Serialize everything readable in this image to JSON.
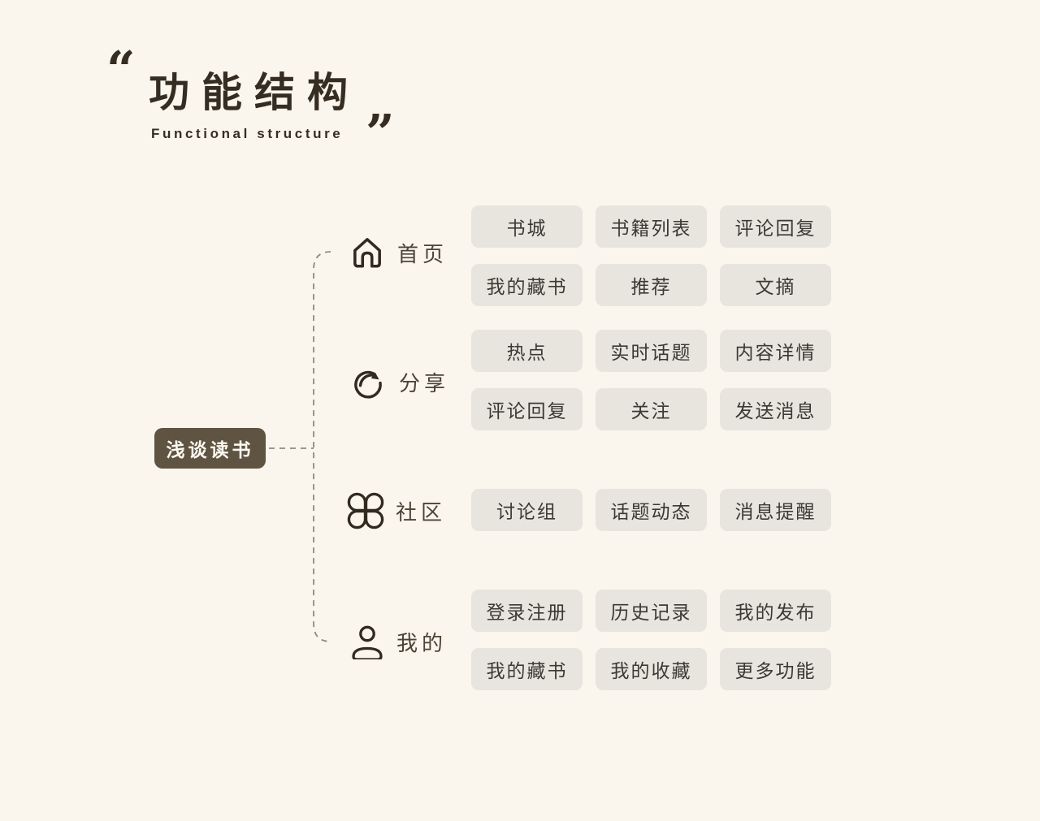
{
  "title": {
    "open_quote": "“",
    "text": "功能结构",
    "subtitle": "Functional structure",
    "close_quote": "”"
  },
  "root": {
    "label": "浅谈读书"
  },
  "branches": [
    {
      "id": "home",
      "label": "首页",
      "icon": "home-icon",
      "items": [
        "书城",
        "书籍列表",
        "评论回复",
        "我的藏书",
        "推荐",
        "文摘"
      ]
    },
    {
      "id": "share",
      "label": "分享",
      "icon": "share-icon",
      "items": [
        "热点",
        "实时话题",
        "内容详情",
        "评论回复",
        "关注",
        "发送消息"
      ]
    },
    {
      "id": "community",
      "label": "社区",
      "icon": "clover-icon",
      "items": [
        "讨论组",
        "话题动态",
        "消息提醒"
      ]
    },
    {
      "id": "mine",
      "label": "我的",
      "icon": "user-icon",
      "items": [
        "登录注册",
        "历史记录",
        "我的发布",
        "我的藏书",
        "我的收藏",
        "更多功能"
      ]
    }
  ],
  "colors": {
    "background": "#faf6ee",
    "root_node_bg": "#5f5342",
    "root_node_text": "#fbf8f0",
    "node_box_bg": "#e8e4de",
    "node_box_text": "#3c3833",
    "icon_stroke": "#322a1f",
    "branch_label": "#4c4336",
    "connector": "#8f8a7c",
    "title_text": "#352d22"
  }
}
